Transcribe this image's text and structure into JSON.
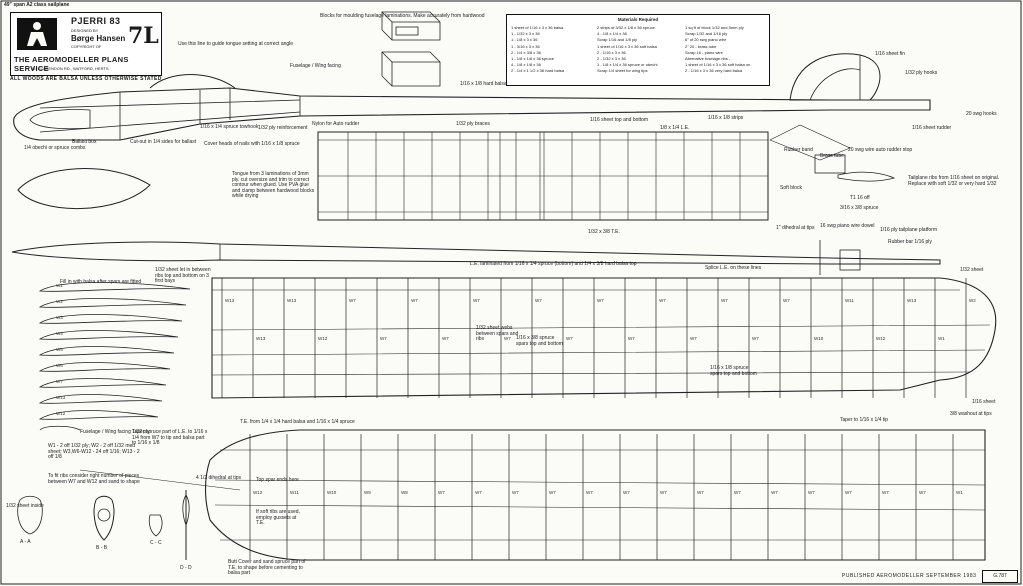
{
  "header_note": "49\" span A2 class sailplane",
  "title_block": {
    "model_name": "PJERRI 83",
    "designed_by": "DESIGNED BY",
    "designer": "Børge Hansen",
    "copyright": "COPYRIGHT OF",
    "publisher": "THE AEROMODELLER PLANS SERVICE",
    "address": "38, CLARENDON RD., WATFORD, HERTS.",
    "plan_code": "7L"
  },
  "general_note": "ALL WOODS ARE BALSA UNLESS OTHERWISE STATED",
  "materials": {
    "title": "Materials Required",
    "col1": [
      "1 sheet of 1/16 x 3 x 36 balsa",
      "1 - 1/32 x 3 x 36",
      "1 - 1/8 x 3 x 36",
      "1 - 3/16 x 3 x 36",
      "2 - 1/4 x 3/8 x 36",
      "1 - 1/8 x 1/8 x 36 spruce",
      "4 - 1/8 x 1/8 x 36",
      "2 - 1/4 x 1 1/2 x 36 hard balsa"
    ],
    "col2": [
      "2 strips of 3/32 x 1/8 x 36 spruce",
      "4 - 1/8 x 1/4 x 36",
      "Scrap 1/16 and 1/8 ply",
      "1 sheet of 1/16 x 3 x 36 soft balsa",
      "2 - 1/16 x 3 x 36",
      "2 - 1/32 x 3 x 36",
      "1 - 1/8 x 1/4 x 36 spruce or obechi",
      "Scrap 1/4 sheet for wing tips"
    ],
    "col3": [
      "1 sq ft of block 1/32 and 5mm ply",
      "Scrap 1/32 and 1/16 ply",
      "6\" of 20 swg piano wire",
      "2\" 20 - brass tube",
      "Scrap 16 - piano wire",
      "Alternative fuselage ribs -",
      "1 sheet of 1/16 x 3 x 36 soft balsa on",
      "2 - 1/16 x 3 x 36 very hard balsa"
    ]
  },
  "notes": {
    "blocks": "Blocks for moulding fuselage laminations. Make accurately from hardwood",
    "tow_hook": "Use this line to guide tongue setting at correct angle",
    "fuselage_wing": "Fuselage / Wing facing",
    "hard_balsa": "1/16 x 1/8 hard balsa",
    "ply_braces": "1/32 ply braces",
    "sheet_top_bottom": "1/16 sheet top and bottom",
    "le": "1/8 x 1/4 L.E.",
    "strips": "1/16 x 1/8 strips",
    "sheet_fin": "1/16 sheet fin",
    "ply_hooks": "1/32 ply hooks",
    "swg_hooks": "20 swg hooks",
    "sheet_rudder": "1/16 sheet rudder",
    "cut_out": "Cut-out in 1/4 sides for ballast",
    "ballast_box": "Ballast box",
    "spruce_towhook": "1/16 x 1/4 spruce towhook",
    "cover_heads": "Cover heads of nails with 1/16 x 1/8 spruce",
    "ply_reinforcement": "1/32 ply reinforcement",
    "nylon": "Nylon for Auto rudder",
    "sheet_or_spruce": "1/4 obechi or spruce combs",
    "tongue": "Tongue from 3 laminations of 3mm ply. cut oversize and trim to correct contour when glued. Use PVA glue and clamp between hardwood blocks while drying",
    "rubber_band": "Rubber band",
    "brass_tube": "Brass tube",
    "auto_rudder": "20 swg wire auto rudder stop",
    "soft_block": "Soft block",
    "tailplane_ribs": "Tailplane ribs from 1/16 sheet on original. Replace with soft 1/32 or very hard 1/32",
    "t1": "T1 16 off",
    "dihedral_tips": "1\" dihedral at tips",
    "te": "1/32 x 3/8 T.E.",
    "spruce_1": "3/16 x 3/8 spruce",
    "piano_wire": "16 swg piano wire dowel",
    "ply_platform": "1/16 ply tailplane platform",
    "rubber_bar": "Rubber bar 1/16 ply",
    "sheet_between_ribs": "1/32 sheet let in between ribs top and bottom on 3 first bays",
    "fill_in": "Fill in with balsa after spars are fitted",
    "le_laminated": "L.E. laminated from 1/16 x 1/4 spruce (bottom) and 1/4 x 3/8 hard balsa top",
    "splice_le": "Splice L.E. on these lines",
    "sheet_3": "1/32 sheet",
    "sheet_webs": "1/32 sheet webs between spars and ribs",
    "spars": "1/16 x 3/8 spruce spars top and bottom",
    "spars_2": "1/16 x 1/8 spruce spars top and bottom",
    "fuselage_wing_ply": "Fuselage / Wing facing 1/32 ply",
    "taper": "Taper spruce part of L.E. to 1/16 x 1/4 from W7 to tip and balsa part to 1/16 x 1/8",
    "te_from": "T.E. from 1/4 x 1/4 hard balsa and 1/16 x 1/4 spruce",
    "taper_tip": "Taper to 1/16 x 1/4 tip",
    "sheet_tip": "1/16 sheet",
    "washout": "3/8 washout at tips",
    "top_spar": "Top spar ends here",
    "soft_ribs": "If soft ribs are used, employ gussets at T.E.",
    "rib_count": "W1 - 2 off 1/32 ply; W2 - 2 off 1/32 med sheet; W3,W6-W12 - 24 off 1/16; W13 - 2 off 1/8",
    "to_fit": "To fit ribs consider right number of pieces between W7 and W12 and sand to shape",
    "dihedral": "4 1/2 dihedral at tips",
    "butt_cover": "Butt Cover and sand spruce part of T.E. to shape before cementing to balsa part",
    "sheet_inside": "1/32 sheet inside"
  },
  "sections": [
    "A - A",
    "B - B",
    "C - C",
    "D - D"
  ],
  "rib_labels": {
    "profile": [
      "W1",
      "W2",
      "W3",
      "W4",
      "W5",
      "W6",
      "W7",
      "W13",
      "W12"
    ],
    "top_wing": [
      "W13",
      "W13",
      "W13",
      "W12",
      "W7",
      "W7",
      "W7",
      "W7",
      "W7",
      "W7",
      "W7",
      "W7",
      "W7",
      "W7",
      "W7",
      "W7",
      "W7",
      "W7",
      "W7",
      "W10",
      "W11",
      "W12",
      "W13",
      "W1",
      "W2"
    ],
    "bottom_wing": [
      "W12",
      "W11",
      "W10",
      "W9",
      "W8",
      "W7",
      "W7",
      "W7",
      "W7",
      "W7",
      "W7",
      "W7",
      "W7",
      "W7",
      "W7",
      "W7",
      "W7",
      "W7",
      "W7",
      "W1"
    ]
  },
  "footer": {
    "publication": "PUBLISHED AEROMODELLER SEPTEMBER 1983",
    "ref": "G.787"
  }
}
